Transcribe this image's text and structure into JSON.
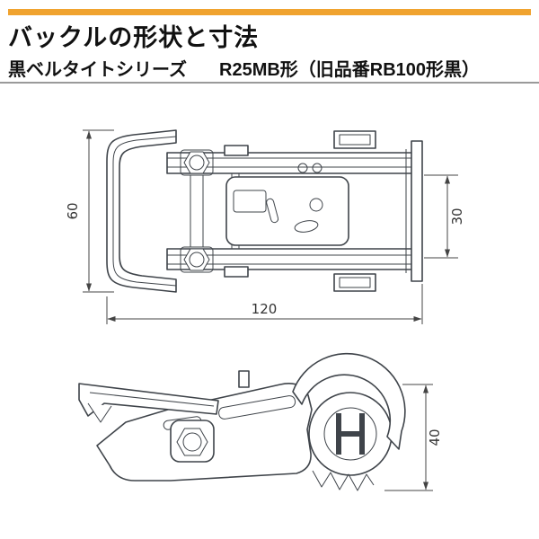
{
  "header": {
    "title": "バックルの形状と寸法",
    "accent_color": "#F0A32F"
  },
  "subheader": {
    "series": "黒ベルタイトシリーズ",
    "model": "R25MB形（旧品番RB100形黒）"
  },
  "diagram": {
    "line_color": "#3F444A",
    "top_view": {
      "label": "top-view-plan",
      "dim_overall_height": "60",
      "dim_inner_width": "30",
      "dim_overall_width": "120"
    },
    "side_view": {
      "label": "side-view-profile",
      "dim_overall_height": "40"
    }
  }
}
